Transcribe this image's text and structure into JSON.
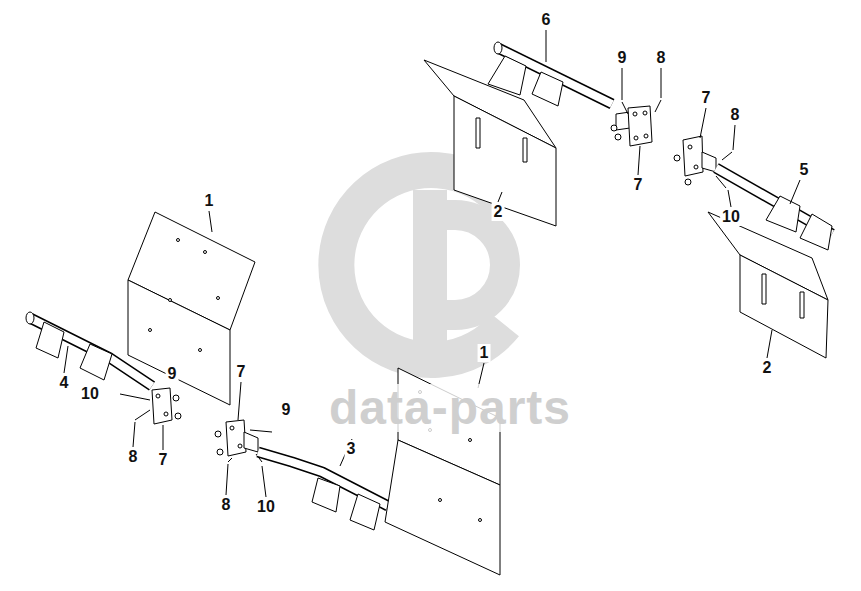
{
  "diagram": {
    "labels": [
      "6",
      "9",
      "8",
      "7",
      "8",
      "5",
      "7",
      "2",
      "10",
      "1",
      "1",
      "2",
      "4",
      "9",
      "10",
      "7",
      "9",
      "3",
      "8",
      "7",
      "8",
      "10",
      "data-parts"
    ]
  }
}
